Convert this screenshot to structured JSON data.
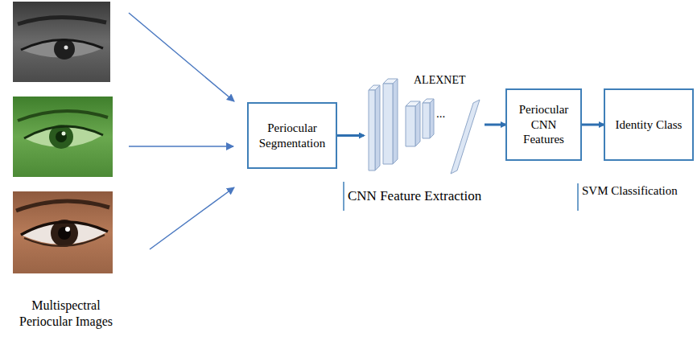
{
  "diagram": {
    "nodes": [
      {
        "text": [
          "Periocular Segmentation"
        ]
      },
      {
        "text": [
          "ALEXNET"
        ]
      },
      {
        "text": [
          "Periocular CNN Features"
        ]
      },
      {
        "text": [
          "Identity Class"
        ]
      }
    ],
    "edges": [
      {
        "from": 0,
        "to": 1,
        "arrow": "to"
      },
      {
        "from": 1,
        "to": 2,
        "arrow": "to"
      },
      {
        "from": 2,
        "to": 3,
        "arrow": "to"
      }
    ],
    "labels": [
      "...",
      "CNN Feature Extraction",
      "SVM Classification",
      "Multispectral Periocular Images"
    ]
  }
}
